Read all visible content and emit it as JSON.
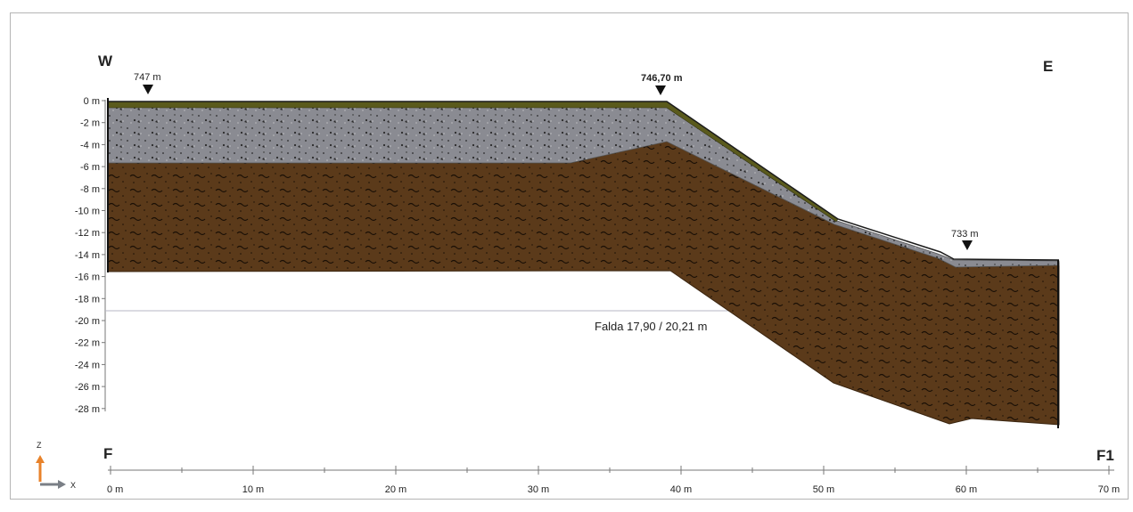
{
  "orientation": {
    "west": "W",
    "east": "E",
    "start": "F",
    "end": "F1"
  },
  "elevation_markers": [
    {
      "label": "747 m",
      "x_m": 2.5
    },
    {
      "label": "746,70 m",
      "x_m": 38.7
    },
    {
      "label": "733 m",
      "x_m": 60.2
    }
  ],
  "depth_axis": {
    "unit": "m",
    "ticks": [
      "0 m",
      "-2 m",
      "-4 m",
      "-6 m",
      "-8 m",
      "-10 m",
      "-12 m",
      "-14 m",
      "-16 m",
      "-18 m",
      "-20 m",
      "-22 m",
      "-24 m",
      "-26 m",
      "-28 m"
    ],
    "range": [
      0,
      -28
    ]
  },
  "distance_axis": {
    "unit": "m",
    "ticks": [
      "0 m",
      "10 m",
      "20 m",
      "30 m",
      "40 m",
      "50 m",
      "60 m",
      "70 m"
    ],
    "range": [
      0,
      70
    ]
  },
  "water_table": {
    "label": "Falda 17,90 / 20,21 m",
    "depth_m": -19
  },
  "axis_indicator": {
    "z": "Z",
    "x": "X"
  },
  "colors": {
    "topsoil": "#5a5a1c",
    "gravel": "#8a8b92",
    "silt": "#5b3a1a",
    "outline": "#222222",
    "water_line": "#b7b7c4",
    "axis": "#777777",
    "arrow_z": "#e8822a",
    "arrow_x": "#7a7f86"
  }
}
